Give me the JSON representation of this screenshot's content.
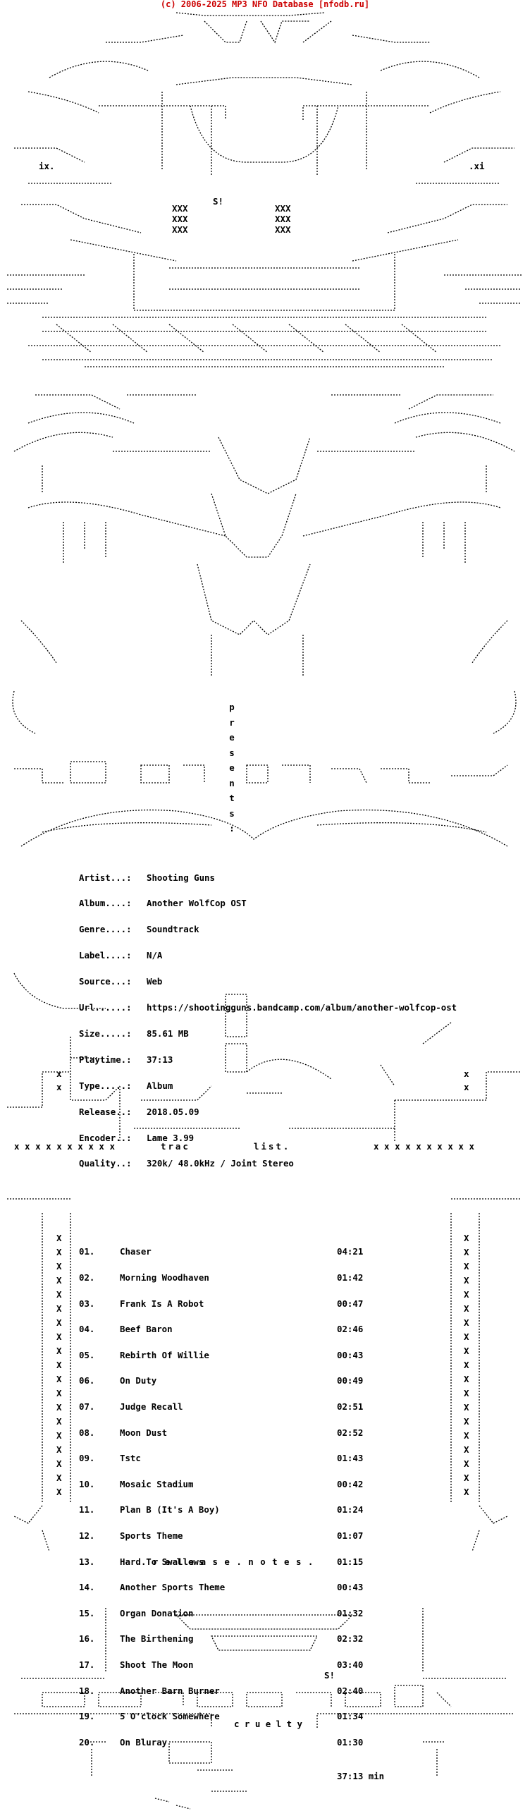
{
  "header": {
    "title": "(c) 2006-2025 MP3 NFO Database [nfodb.ru]"
  },
  "presents_letters": [
    "p",
    "r",
    "e",
    "s",
    "e",
    "n",
    "t",
    "s",
    ":"
  ],
  "art_marks": {
    "ix_left": "ix.",
    "xi_right": ".xi",
    "s_mark": "S!",
    "s_mark2": "S!"
  },
  "info": {
    "rows": [
      {
        "label": "Artist...:",
        "value": "Shooting Guns"
      },
      {
        "label": "Album....:",
        "value": "Another WolfCop OST"
      },
      {
        "label": "Genre....:",
        "value": "Soundtrack"
      },
      {
        "label": "Label....:",
        "value": "N/A"
      },
      {
        "label": "Source...:",
        "value": "Web"
      },
      {
        "label": "Url......:",
        "value": "https://shootingguns.bandcamp.com/album/another-wolfcop-ost"
      },
      {
        "label": "Size.....:",
        "value": "85.61 MB"
      },
      {
        "label": "Playtime.:",
        "value": "37:13"
      },
      {
        "label": "Type.....:",
        "value": "Album"
      },
      {
        "label": "Release..:",
        "value": "2018.05.09"
      },
      {
        "label": "Encoder..:",
        "value": "Lame 3.99"
      },
      {
        "label": "Quality..:",
        "value": "320k/ 48.0kHz / Joint Stereo"
      }
    ]
  },
  "tracklist": {
    "label_left": "trac",
    "label_right": "list.",
    "tracks": [
      {
        "no": "01.",
        "title": "Chaser",
        "time": "04:21"
      },
      {
        "no": "02.",
        "title": "Morning Woodhaven",
        "time": "01:42"
      },
      {
        "no": "03.",
        "title": "Frank Is A Robot",
        "time": "00:47"
      },
      {
        "no": "04.",
        "title": "Beef Baron",
        "time": "02:46"
      },
      {
        "no": "05.",
        "title": "Rebirth Of Willie",
        "time": "00:43"
      },
      {
        "no": "06.",
        "title": "On Duty",
        "time": "00:49"
      },
      {
        "no": "07.",
        "title": "Judge Recall",
        "time": "02:51"
      },
      {
        "no": "08.",
        "title": "Moon Dust",
        "time": "02:52"
      },
      {
        "no": "09.",
        "title": "Tstc",
        "time": "01:43"
      },
      {
        "no": "10.",
        "title": "Mosaic Stadium",
        "time": "00:42"
      },
      {
        "no": "11.",
        "title": "Plan B (It's A Boy)",
        "time": "01:24"
      },
      {
        "no": "12.",
        "title": "Sports Theme",
        "time": "01:07"
      },
      {
        "no": "13.",
        "title": "Hard To Swallows",
        "time": "01:15"
      },
      {
        "no": "14.",
        "title": "Another Sports Theme",
        "time": "00:43"
      },
      {
        "no": "15.",
        "title": "Organ Donation",
        "time": "01:32"
      },
      {
        "no": "16.",
        "title": "The Birthening",
        "time": "02:32"
      },
      {
        "no": "17.",
        "title": "Shoot The Moon",
        "time": "03:40"
      },
      {
        "no": "18.",
        "title": "Another Barn Burner",
        "time": "02:40"
      },
      {
        "no": "19.",
        "title": "5 O'clock Somewhere",
        "time": "01:34"
      },
      {
        "no": "20.",
        "title": "On Bluray",
        "time": "01:30"
      }
    ],
    "total": "37:13 min"
  },
  "notes": {
    "label": ". r e l e a s e . n o t e s ."
  },
  "footer": {
    "cruelty": "c r u e l t y"
  }
}
